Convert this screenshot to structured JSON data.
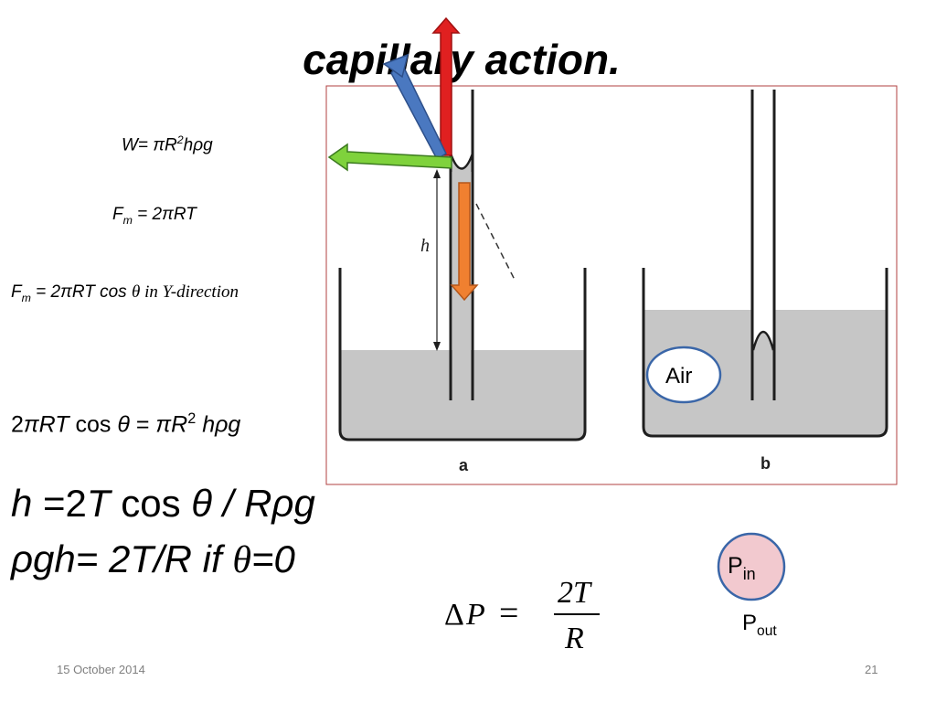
{
  "slide": {
    "title": "capillary action.",
    "footer": {
      "date": "15 October 2014",
      "page_number": "21"
    }
  },
  "equations": {
    "weight": {
      "prefix": "W= ",
      "pi": "π",
      "R": "R",
      "exp": "2",
      "rest": "hρg"
    },
    "force_meniscus": {
      "F": "F",
      "sub": "m",
      "rest": " = 2πRT"
    },
    "force_y": {
      "F": "F",
      "sub": "m",
      "mid": " = 2πRT cos ",
      "theta": "θ",
      "tail": " in Y-direction"
    },
    "balance": {
      "lhs": "2",
      "lhs_it": "πRT",
      "cos": " cos ",
      "theta": "θ",
      "eq": " = ",
      "rhs_it": "πR",
      "exp": "2",
      "rest": " hρg"
    },
    "height": {
      "h": "h",
      "eq": " =2",
      "T": "T",
      "cos": " cos ",
      "rest": "θ / Rρg"
    },
    "pressure_balance": {
      "lhs": "ρgh=  2T/R  if ",
      "theta": "θ",
      "tail": "=0"
    },
    "delta_p": {
      "delta": "Δ",
      "P": "P",
      "eq": "=",
      "num": "2T",
      "den": "R"
    }
  },
  "diagram": {
    "label_a": "a",
    "label_b": "b",
    "label_h": "h",
    "air_label": "Air",
    "pin_label": "P",
    "pin_sub": "in",
    "pout_label": "P",
    "pout_sub": "out",
    "colors": {
      "liquid": "#c6c6c6",
      "tube_stroke": "#1e1e1e",
      "border": "#b04040",
      "red_arrow": "#e02020",
      "blue_arrow": "#4a78c0",
      "green_arrow": "#7fd23c",
      "orange_arrow": "#f08030",
      "bubble_stroke": "#3a66a8",
      "pin_fill": "#f2c9cf"
    }
  }
}
